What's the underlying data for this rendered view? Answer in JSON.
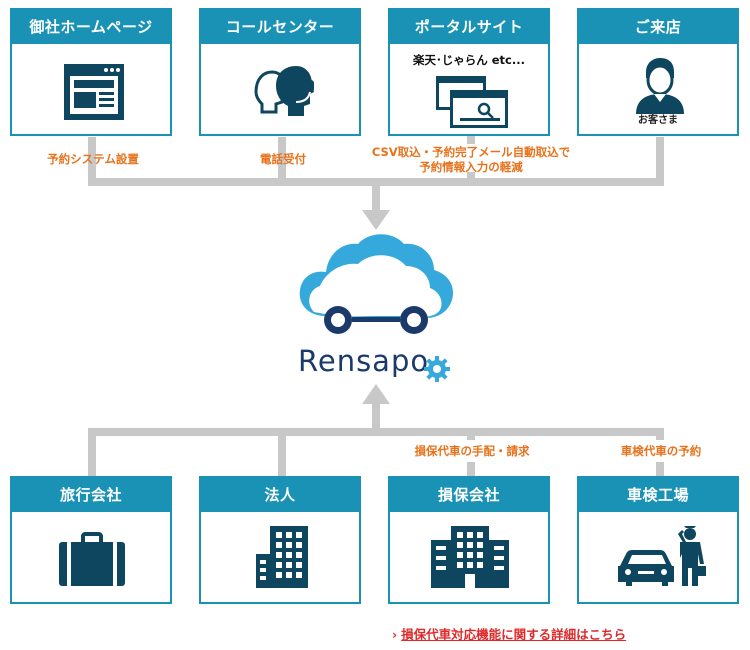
{
  "top_cards": [
    {
      "title": "御社ホームページ",
      "icon": "website-icon"
    },
    {
      "title": "コールセンター",
      "icon": "headset-icon"
    },
    {
      "title": "ポータルサイト",
      "sub": "楽天･じゃらん etc...",
      "icon": "portal-icon"
    },
    {
      "title": "ご来店",
      "caption": "お客さま",
      "icon": "customer-icon"
    }
  ],
  "top_labels": {
    "homepage": "予約システム設置",
    "callcenter": "電話受付",
    "portal_line1": "CSV取込・予約完了メール自動取込で",
    "portal_line2": "予約情報入力の軽減"
  },
  "center": {
    "logo_text": "Rensapo"
  },
  "bottom_labels": {
    "insurance": "損保代車の手配・請求",
    "inspection": "車検代車の予約"
  },
  "bottom_cards": [
    {
      "title": "旅行会社",
      "icon": "briefcase-icon"
    },
    {
      "title": "法人",
      "icon": "building-icon"
    },
    {
      "title": "損保会社",
      "icon": "office-building-icon"
    },
    {
      "title": "車検工場",
      "icon": "mechanic-car-icon"
    }
  ],
  "link": {
    "text": "損保代車対応機能に関する詳細はこちら"
  },
  "colors": {
    "accent": "#1a92b5",
    "orange": "#e8721c",
    "navy": "#1b3a6b",
    "link": "#e02a2a",
    "line": "#c8c8c8"
  }
}
